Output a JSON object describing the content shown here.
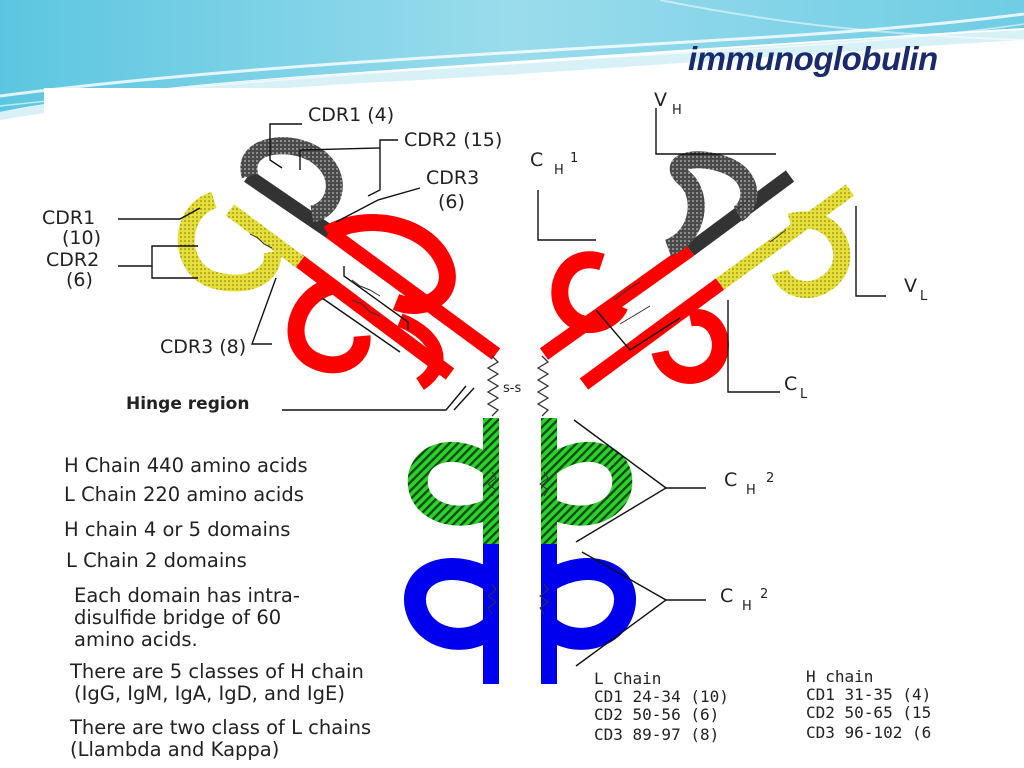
{
  "slide": {
    "title": "immunoglobulin"
  },
  "labels": {
    "cdr1_heavy": "CDR1 (4)",
    "cdr2_heavy": "CDR2 (15)",
    "cdr3_heavy": "CDR3",
    "cdr3_heavy_count": "(6)",
    "ch1": "C",
    "ch1_sub": "H",
    "ch1_sup": "1",
    "vh": "V",
    "vh_sub": "H",
    "cdr1_light": "CDR1",
    "cdr1_light_count": "(10)",
    "cdr2_light": "CDR2",
    "cdr2_light_count": "(6)",
    "cdr3_light": "CDR3 (8)",
    "vl": "V",
    "vl_sub": "L",
    "cl": "C",
    "cl_sub": "L",
    "hinge": "Hinge region",
    "ch2": "C",
    "ch2_sub": "H",
    "ch2_sup": "2",
    "ch3": "C",
    "ch3_sub": "H",
    "ch3_sup": "2",
    "disulfide": "s-s"
  },
  "notes": [
    "H Chain 440 amino acids",
    "L Chain 220 amino acids",
    "H chain 4 or 5 domains",
    "L Chain 2 domains",
    "Each domain has intra-",
    "disulfide bridge of 60",
    "amino acids.",
    "There are 5 classes of H chain",
    "(IgG, IgM, IgA, IgD, and IgE)",
    "There are two class of L chains",
    "(Llambda and Kappa)"
  ],
  "cd_table": {
    "light": {
      "header": "L Chain",
      "rows": [
        "CD1 24-34 (10)",
        "CD2 50-56 (6)",
        "CD3 89-97 (8)"
      ]
    },
    "heavy": {
      "header": "H chain",
      "rows": [
        "CD1 31-35 (4)",
        "CD2 50-65 (15",
        "CD3  96-102 (6"
      ]
    }
  },
  "colors": {
    "constant_light": "#ff0000",
    "cdr_light": "#e0d838",
    "cdr_heavy": "#555555",
    "ch2": "#22cc22",
    "ch3": "#0000ee",
    "title": "#1a2b6d"
  }
}
